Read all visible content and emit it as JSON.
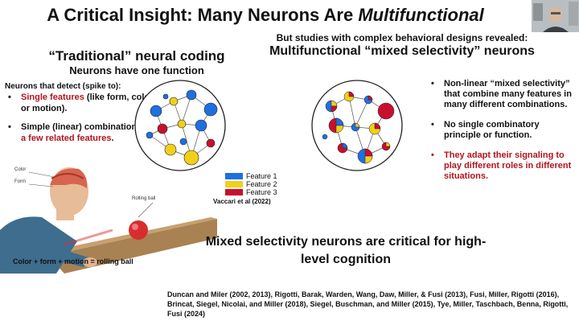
{
  "slide": {
    "title_prefix": "A Critical Insight: Many Neurons Are ",
    "title_emph": "Multifunctional"
  },
  "left": {
    "heading": "“Traditional” neural coding",
    "subheading": "Neurons have one function",
    "intro": "Neurons that detect (spike to):",
    "bullet1_red": "Single features",
    "bullet1_rest": " (like form, color, or motion).",
    "bullet2_pre": "Simple (linear) combinations of ",
    "bullet2_red": "a few related features",
    "bullet2_post": "."
  },
  "right": {
    "heading_line1": "But studies with complex behavioral designs revealed:",
    "heading_line2": "Multifunctional “mixed selectivity” neurons",
    "bullets": [
      "Non-linear “mixed selectivity” that combine many features in many different combinations.",
      "No single combinatory principle or function.",
      "They adapt their signaling to play different roles in different situations."
    ]
  },
  "legend": {
    "items": [
      "Feature 1",
      "Feature 2",
      "Feature 3"
    ],
    "colors": [
      "#1f6fe0",
      "#f2d01a",
      "#c8102e"
    ]
  },
  "figure_citation": "Vaccari et al (2022)",
  "illustration": {
    "caption": "Color + form + motion = rolling ball",
    "label_color": "Color",
    "label_form": "Form",
    "label_ball": "Rolling ball"
  },
  "conclusion": "Mixed selectivity neurons are critical for high-level cognition",
  "references": "Duncan and Miler (2002, 2013), Rigotti, Barak, Warden, Wang, Daw, Miller, & Fusi (2013), Fusi, Miller, Rigotti (2016), Brincat, Siegel, Nicolai, and Miller (2018), Siegel, Buschman, and Miller (2015), Tye, Miller, Taschbach, Benna, Rigotti, Fusi (2024)"
}
